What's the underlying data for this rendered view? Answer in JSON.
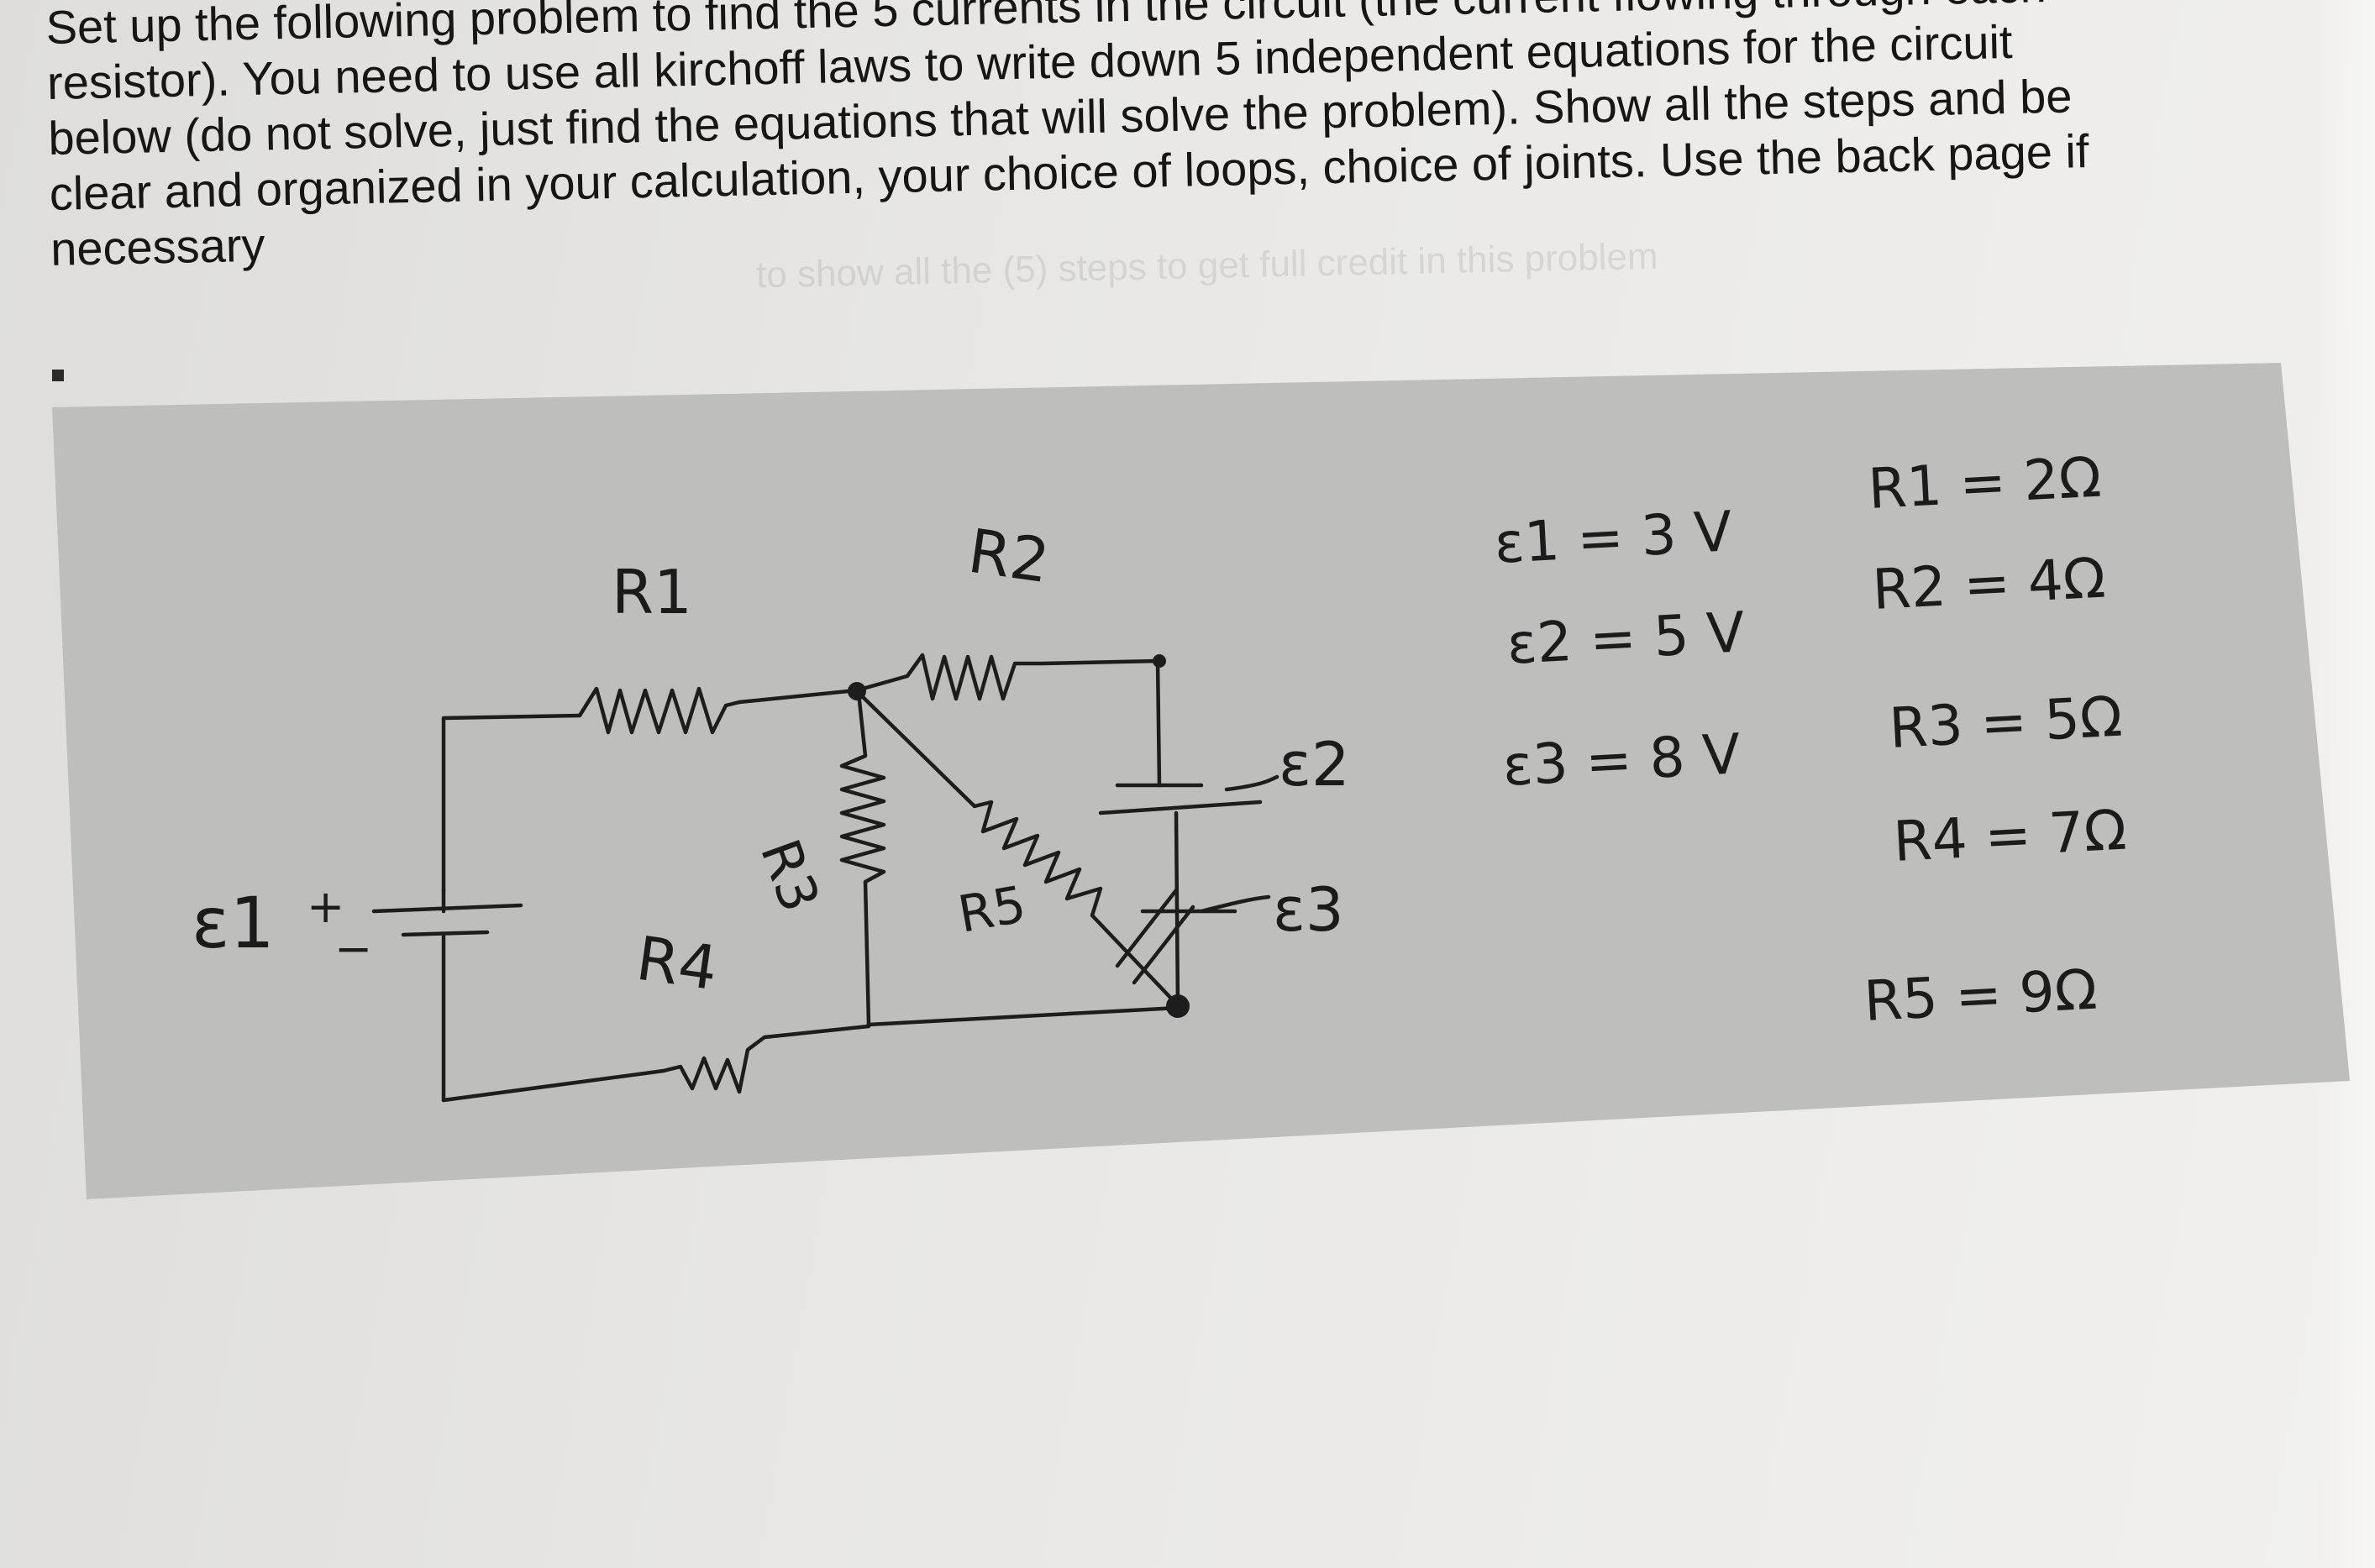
{
  "problem": {
    "lines": [
      "Set up the following problem to find the 5 currents in the circuit (the current flowing through each",
      "resistor). You need to use all  kirchoff laws to write down 5 independent equations for the circuit",
      "below (do not solve, just find the equations that will solve the problem).  Show all the steps and be",
      "clear and organized in your calculation, your choice of loops, choice of joints. Use the back page if",
      "necessary"
    ],
    "faded_text": "to show all the (5) steps to get full credit in this problem"
  },
  "circuit": {
    "labels": {
      "r1": "R1",
      "r2": "R2",
      "r3": "R3",
      "r4": "R4",
      "r5": "R5",
      "e1": "ε1",
      "e1_plus": "+",
      "e1_minus": "−",
      "e2": "ε2",
      "e3": "ε3"
    }
  },
  "values": {
    "emf": [
      {
        "label": "ε1 = 3 V"
      },
      {
        "label": "ε2 = 5 V"
      },
      {
        "label": "ε3 = 8 V"
      }
    ],
    "resistors": [
      {
        "label": "R1 = 2Ω"
      },
      {
        "label": "R2 = 4Ω"
      },
      {
        "label": "R3 = 5Ω"
      },
      {
        "label": "R4 = 7Ω"
      },
      {
        "label": "R5 = 9Ω"
      }
    ]
  },
  "colors": {
    "panel": "#bdbdbc",
    "ink": "#1b1b1b"
  }
}
